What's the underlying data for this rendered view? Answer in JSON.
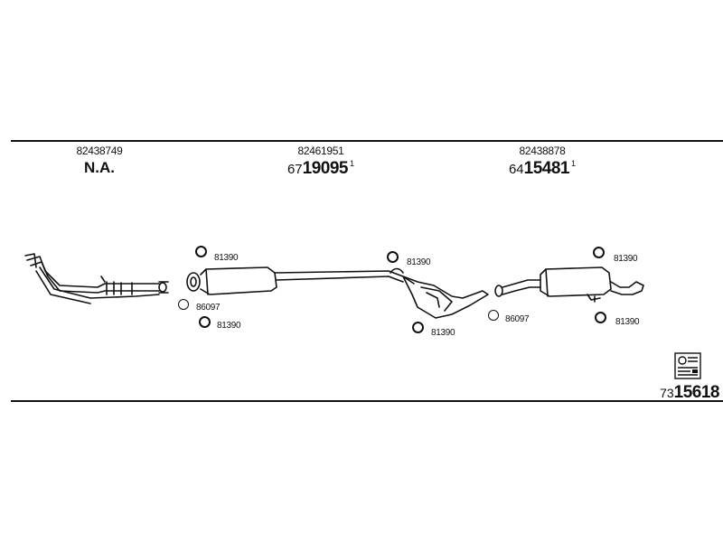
{
  "header_parts": [
    {
      "oe": "82438749",
      "main": "N.A.",
      "prefix": "",
      "number": "",
      "mark": ""
    },
    {
      "oe": "82461951",
      "main": "",
      "prefix": "67",
      "number": "19095",
      "mark": "1"
    },
    {
      "oe": "82438878",
      "main": "",
      "prefix": "64",
      "number": "15481",
      "mark": "1"
    }
  ],
  "fittings": [
    {
      "text": "81390"
    },
    {
      "text": "86097"
    },
    {
      "text": "81390"
    },
    {
      "text": "81390"
    },
    {
      "text": "81390"
    },
    {
      "text": "86097"
    },
    {
      "text": "81390"
    },
    {
      "text": "81390"
    }
  ],
  "diagram_id": {
    "prefix": "73",
    "number": "15618"
  },
  "colors": {
    "line": "#111111",
    "background": "#ffffff"
  }
}
